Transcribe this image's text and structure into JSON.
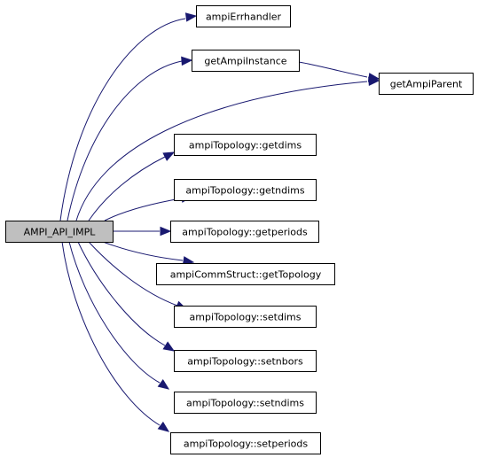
{
  "diagram": {
    "colors": {
      "edge": "#191970",
      "node_border": "#000000",
      "node_fill": "#ffffff",
      "root_fill": "#bfbfbf"
    },
    "nodes": [
      {
        "id": "root",
        "label": "AMPI_API_IMPL",
        "root": true
      },
      {
        "id": "errh",
        "label": "ampiErrhandler"
      },
      {
        "id": "inst",
        "label": "getAmpiInstance"
      },
      {
        "id": "par",
        "label": "getAmpiParent"
      },
      {
        "id": "getdims",
        "label": "ampiTopology::getdims"
      },
      {
        "id": "getndims",
        "label": "ampiTopology::getndims"
      },
      {
        "id": "getperiods",
        "label": "ampiTopology::getperiods"
      },
      {
        "id": "gettopo",
        "label": "ampiCommStruct::getTopology"
      },
      {
        "id": "setdims",
        "label": "ampiTopology::setdims"
      },
      {
        "id": "setnbors",
        "label": "ampiTopology::setnbors"
      },
      {
        "id": "setndims",
        "label": "ampiTopology::setndims"
      },
      {
        "id": "setperiods",
        "label": "ampiTopology::setperiods"
      }
    ],
    "edges": [
      {
        "from": "root",
        "to": "errh"
      },
      {
        "from": "root",
        "to": "inst"
      },
      {
        "from": "root",
        "to": "par"
      },
      {
        "from": "inst",
        "to": "par"
      },
      {
        "from": "root",
        "to": "getdims"
      },
      {
        "from": "root",
        "to": "getndims"
      },
      {
        "from": "root",
        "to": "getperiods"
      },
      {
        "from": "root",
        "to": "gettopo"
      },
      {
        "from": "root",
        "to": "setdims"
      },
      {
        "from": "root",
        "to": "setnbors"
      },
      {
        "from": "root",
        "to": "setndims"
      },
      {
        "from": "root",
        "to": "setperiods"
      }
    ]
  }
}
